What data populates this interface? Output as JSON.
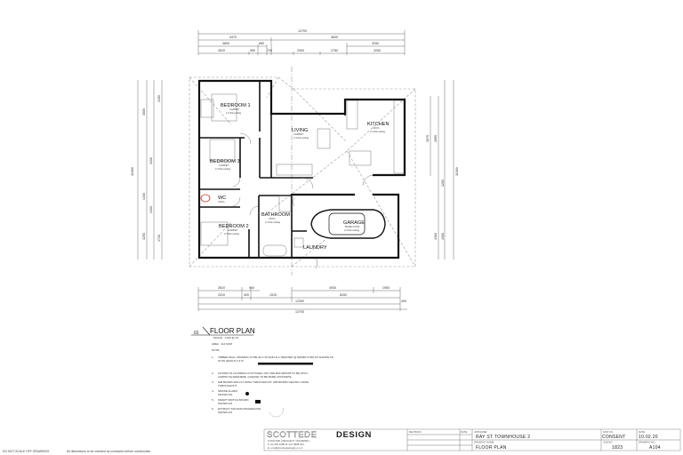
{
  "dimensions": {
    "top": [
      "12700",
      "4470",
      "4630",
      "3800",
      "850",
      "3250",
      "2810",
      "950",
      "720",
      "2900",
      "2780",
      "3250"
    ],
    "bottom": [
      "2810",
      "900",
      "4930",
      "1950",
      "3310",
      "400",
      "1515",
      "8430",
      "12300",
      "400",
      "12700"
    ],
    "left": [
      "11900",
      "3500",
      "3400",
      "1400",
      "3250",
      "2150",
      "1400",
      "1710"
    ],
    "right": [
      "11900",
      "3975",
      "3995",
      "4300",
      "4300",
      "1200"
    ]
  },
  "rooms": {
    "bedroom1": {
      "name": "BEDROOM 1",
      "floor": "CARPET",
      "ceiling": "2.4 flat ceiling"
    },
    "bedroom3": {
      "name": "BEDROOM 3",
      "floor": "CARPET",
      "ceiling": "2.4 flat ceiling"
    },
    "bedroom2": {
      "name": "BEDROOM 2",
      "floor": "CARPET",
      "ceiling": "2.4 flat ceiling"
    },
    "wc": {
      "name": "WC",
      "floor": "VINYL"
    },
    "bathroom": {
      "name": "BATHROOM",
      "floor": "VINYL",
      "ceiling": "2.4 flat ceiling"
    },
    "living": {
      "name": "LIVING",
      "floor": "CARPET",
      "ceiling": "2.4 flat ceiling"
    },
    "kitchen": {
      "name": "KITCHEN",
      "floor": "VINYL",
      "ceiling": "2.4 flat ceiling"
    },
    "garage": {
      "name": "GARAGE",
      "floor": "BARE CONC",
      "ceiling": "2.4 flat ceiling"
    },
    "laundry": {
      "name": "LAUNDRY"
    }
  },
  "drawing": {
    "number": "01",
    "title": "FLOOR PLAN",
    "scale": "SCALE : 1:100 @ A3",
    "area": "AREA : 112 SQM",
    "notes_heading": "NOTE:",
    "notes": [
      {
        "n": "1.",
        "text": "TIMBER WALL FRAMING TO BE 90 X 45 SG8 H1.2 TREATED @ 600MM CTRS AS SHOWN AS:",
        "text2": "STUD HEIGHT 2.4 M"
      },
      {
        "n": "2.",
        "text": "FLOORS IN FLOORING IN KITCHEN, WC AND BATHROOM TO BE VINYL,",
        "text2": "CARPET ELSEWHERE, GARAGE TO BE BARE CONCRETE"
      },
      {
        "n": "3.",
        "text": "GIB BOARD WALLS LINING THROUGHOUT, GIB BOARD CEILING LINING",
        "text2": "THROUGHOUT"
      },
      {
        "n": "4.",
        "text": "SMOKE ALARM",
        "text2": "SHOWN AS"
      },
      {
        "n": "5.",
        "text": "SMART SWITCH BOARD",
        "text2": "SHOWN AS"
      },
      {
        "n": "6.",
        "text": "EXTRACT FAN AND RANGEHOOD",
        "text2": "SHOWN AS"
      }
    ]
  },
  "title_block": {
    "logo_light": "SCOTTEDE",
    "logo_bold": "DESIGN",
    "address": "8 WOLTER CRESCENT, CROMWELL",
    "phone": "P: 03 445 2288    M: 027 8888 003",
    "email": "E: email@scottededesign.co.nz",
    "revision_label": "REVISION:",
    "date_label": "DATE:",
    "job_name_label": "JOB NAME:",
    "job_name": "RAY ST TOWNHOUSE 2",
    "drawing_name_label": "DRAWING NAME:",
    "drawing_name": "FLOOR PLAN",
    "status_label": "STATUS:",
    "status": "CONSENT",
    "date2_label": "DATE:",
    "date": "10.02.20",
    "job_no_label": "JOB NO:",
    "job_no": "1823",
    "drawing_no_label": "DRAWING NO:",
    "drawing_no": "A104"
  },
  "footer": {
    "left": "DO NOT SCALE OFF DRAWINGS",
    "right": "All dimensions to be checked by contractor before construction"
  },
  "colors": {
    "wc_fixture": "#c0392b",
    "walls": "#111111"
  }
}
